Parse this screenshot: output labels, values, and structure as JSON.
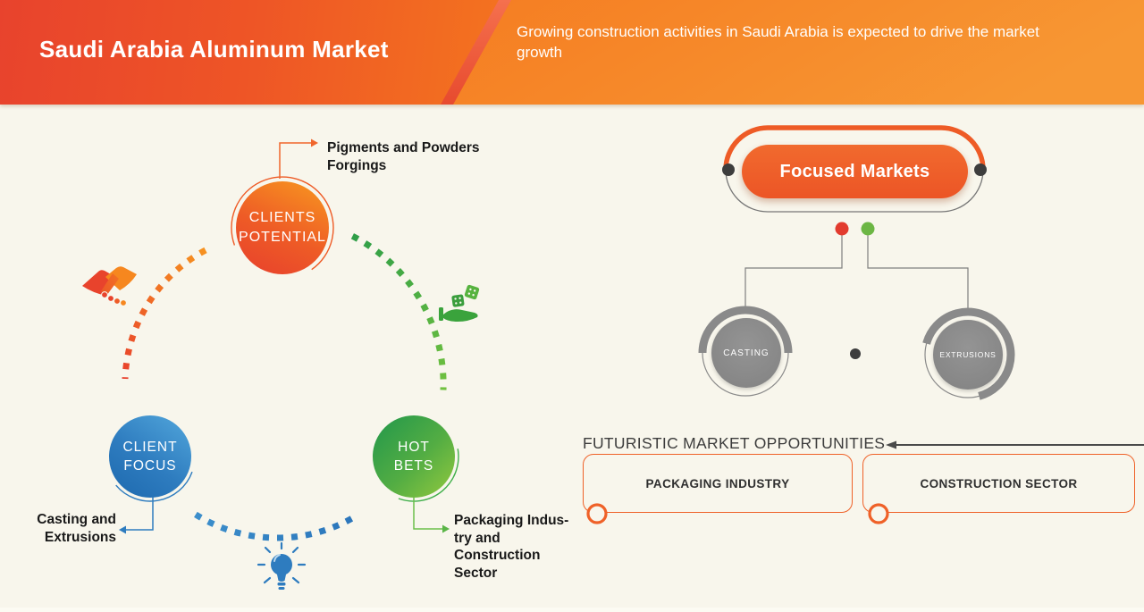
{
  "header": {
    "title": "Saudi Arabia Aluminum Market",
    "subtitle": "Growing construction activities in Saudi Arabia is expected to drive the market growth"
  },
  "cycle": {
    "nodes": [
      {
        "line1": "CLIENTS",
        "line2": "POTENTIAL",
        "color": "#ee5b26"
      },
      {
        "line1": "CLIENT",
        "line2": "FOCUS",
        "color": "#2e7cbf"
      },
      {
        "line1": "HOT",
        "line2": "BETS",
        "color": "#6cb644"
      }
    ],
    "callouts": [
      {
        "lines": [
          "Pigments and Powders",
          "Forgings"
        ]
      },
      {
        "lines": [
          "Casting and",
          "Extrusions"
        ]
      },
      {
        "lines": [
          "Packaging Indus-",
          "try and",
          "Construction",
          "Sector"
        ]
      }
    ],
    "icons": [
      "handshake-icon",
      "dice-hand-icon",
      "lightbulb-icon"
    ]
  },
  "focused_markets": {
    "title": "Focused Markets",
    "nodes": [
      {
        "label": "CASTING"
      },
      {
        "label": "EXTRUSIONS"
      }
    ],
    "legend_dot_colors": [
      "#e23b2e",
      "#6cb644"
    ]
  },
  "opportunities": {
    "heading": "FUTURISTIC MARKET OPPORTUNITIES",
    "boxes": [
      {
        "label": "PACKAGING INDUSTRY"
      },
      {
        "label": "CONSTRUCTION SECTOR"
      }
    ]
  },
  "colors": {
    "background": "#f8f6ec",
    "header_gradient_start": "#e8432d",
    "header_gradient_end": "#f68a28",
    "accent_orange": "#ee5b26",
    "accent_blue": "#2e7cbf",
    "accent_green": "#6cb644",
    "gray_node": "#8a8a8a"
  }
}
